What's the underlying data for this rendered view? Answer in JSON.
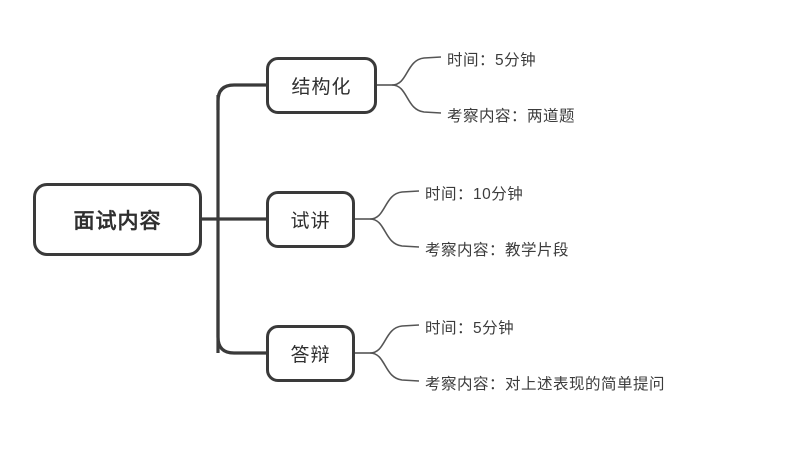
{
  "diagram": {
    "type": "mind-map",
    "title": "面试内容",
    "background_color": "#ffffff",
    "stroke_color": "#3a3a3a",
    "text_color": "#2f2f2f",
    "root": {
      "label": "面试内容"
    },
    "branches": [
      {
        "label": "结构化",
        "leaves": [
          {
            "text": "时间：5分钟"
          },
          {
            "text": "考察内容：两道题"
          }
        ]
      },
      {
        "label": "试讲",
        "leaves": [
          {
            "text": "时间：10分钟"
          },
          {
            "text": "考察内容：教学片段"
          }
        ]
      },
      {
        "label": "答辩",
        "leaves": [
          {
            "text": "时间：5分钟"
          },
          {
            "text": "考察内容：对上述表现的简单提问"
          }
        ]
      }
    ]
  }
}
